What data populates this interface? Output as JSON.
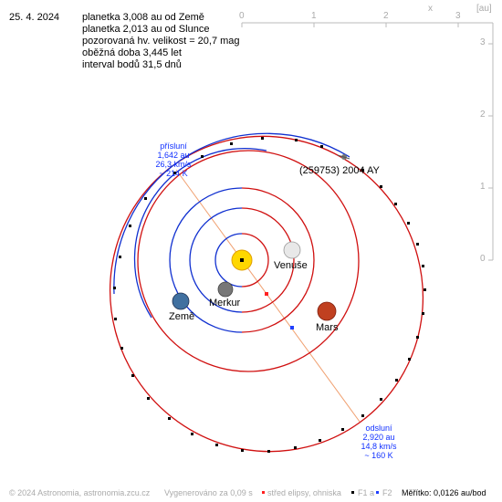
{
  "header": {
    "date": "25. 4. 2024",
    "lines": [
      "planetka 3,008 au od Země",
      "planetka 2,013 au od Slunce",
      "pozorovaná hv. velikost = 20,7 mag",
      "oběžná doba 3,445 let",
      "interval bodů 31,5 dnů"
    ]
  },
  "axes": {
    "x_label": "x",
    "unit_label": "[au]",
    "x_ticks": [
      "0",
      "1",
      "2",
      "3"
    ],
    "y_ticks": [
      "3",
      "2",
      "1",
      "0"
    ]
  },
  "bodies": {
    "asteroid": "(259753) 2004 AY",
    "venus": "Venuše",
    "mercury": "Merkur",
    "earth": "Země",
    "mars": "Mars"
  },
  "perihelion": {
    "title": "přísluní",
    "distance": "1,642 au",
    "speed": "26,3 km/s",
    "temp": "~ 214 K"
  },
  "aphelion": {
    "title": "odsluní",
    "distance": "2,920 au",
    "speed": "14,8 km/s",
    "temp": "~ 160 K"
  },
  "footer": {
    "copyright": "© 2024 Astronomia, astronomia.zcu.cz",
    "generated": "Vygenerováno za 0,09 s",
    "legend_center": "střed elipsy, ohniska",
    "legend_f1": "F1 a",
    "legend_f2": "F2",
    "scale": "Měřítko: 0,0126 au/bod"
  },
  "colors": {
    "orbit_above": "#1030d0",
    "orbit_below": "#d01010",
    "apsis_line": "#f0a070",
    "sun": "#ffd700",
    "axis": "#bbbbbb"
  }
}
